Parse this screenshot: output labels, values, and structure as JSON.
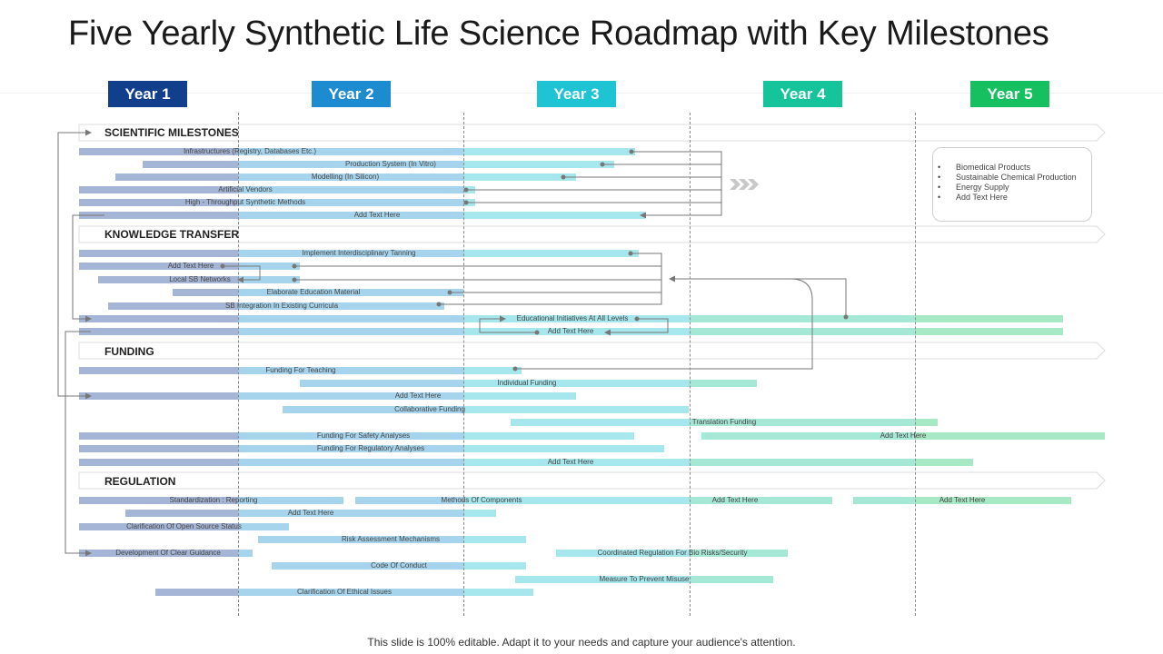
{
  "title": "Five Yearly Synthetic Life Science Roadmap with Key Milestones",
  "footer": "This slide is 100% editable. Adapt it to your needs and capture your audience's attention.",
  "colors": {
    "year1": "#123f8c",
    "year2": "#1c8bd0",
    "year3": "#1ec4d4",
    "year4": "#16c49b",
    "year5": "#16c061"
  },
  "years": [
    "Year 1",
    "Year 2",
    "Year 3",
    "Year 4",
    "Year 5"
  ],
  "sections": [
    "SCIENTIFIC MILESTONES",
    "KNOWLEDGE TRANSFER",
    "FUNDING",
    "REGULATION"
  ],
  "note": [
    "Biomedical Products",
    "Sustainable Chemical Production",
    "Energy Supply",
    "Add Text Here"
  ],
  "bars": [
    {
      "label": "Infrastructures (Registry, Databases Etc.)"
    },
    {
      "label": "Production System (In Vitro)"
    },
    {
      "label": "Modelling (In Silicon)"
    },
    {
      "label": "Artificial Vendors"
    },
    {
      "label": "High - Throughput  Synthetic Methods"
    },
    {
      "label": "Add Text Here"
    },
    {
      "label": "Implement Interdisciplinary Tanning"
    },
    {
      "label": "Add Text Here"
    },
    {
      "label": "Local SB Networks"
    },
    {
      "label": "Elaborate Education Material"
    },
    {
      "label": "SB Integration In Existing Curricula"
    },
    {
      "label": "Educational  Initiatives At All Levels"
    },
    {
      "label": "Add Text Here"
    },
    {
      "label": "Funding For Teaching"
    },
    {
      "label": "Individual Funding"
    },
    {
      "label": "Add Text Here"
    },
    {
      "label": "Collaborative Funding"
    },
    {
      "label": "Translation Funding"
    },
    {
      "label": "Funding For Safety Analyses"
    },
    {
      "label": "Add Text Here"
    },
    {
      "label": "Funding For Regulatory Analyses"
    },
    {
      "label": "Add Text Here"
    },
    {
      "label": "Standardization  : Reporting"
    },
    {
      "label": "Methods Of Components"
    },
    {
      "label": "Add Text Here"
    },
    {
      "label": "Add Text Here"
    },
    {
      "label": "Add Text Here"
    },
    {
      "label": "Clarification Of Open Source Status"
    },
    {
      "label": "Risk Assessment Mechanisms"
    },
    {
      "label": "Development  Of Clear Guidance"
    },
    {
      "label": "Coordinated  Regulation  For Bio Risks/Security"
    },
    {
      "label": "Code Of Conduct"
    },
    {
      "label": "Measure To Prevent Misuse"
    },
    {
      "label": "Clarification Of Ethical Issues"
    }
  ]
}
